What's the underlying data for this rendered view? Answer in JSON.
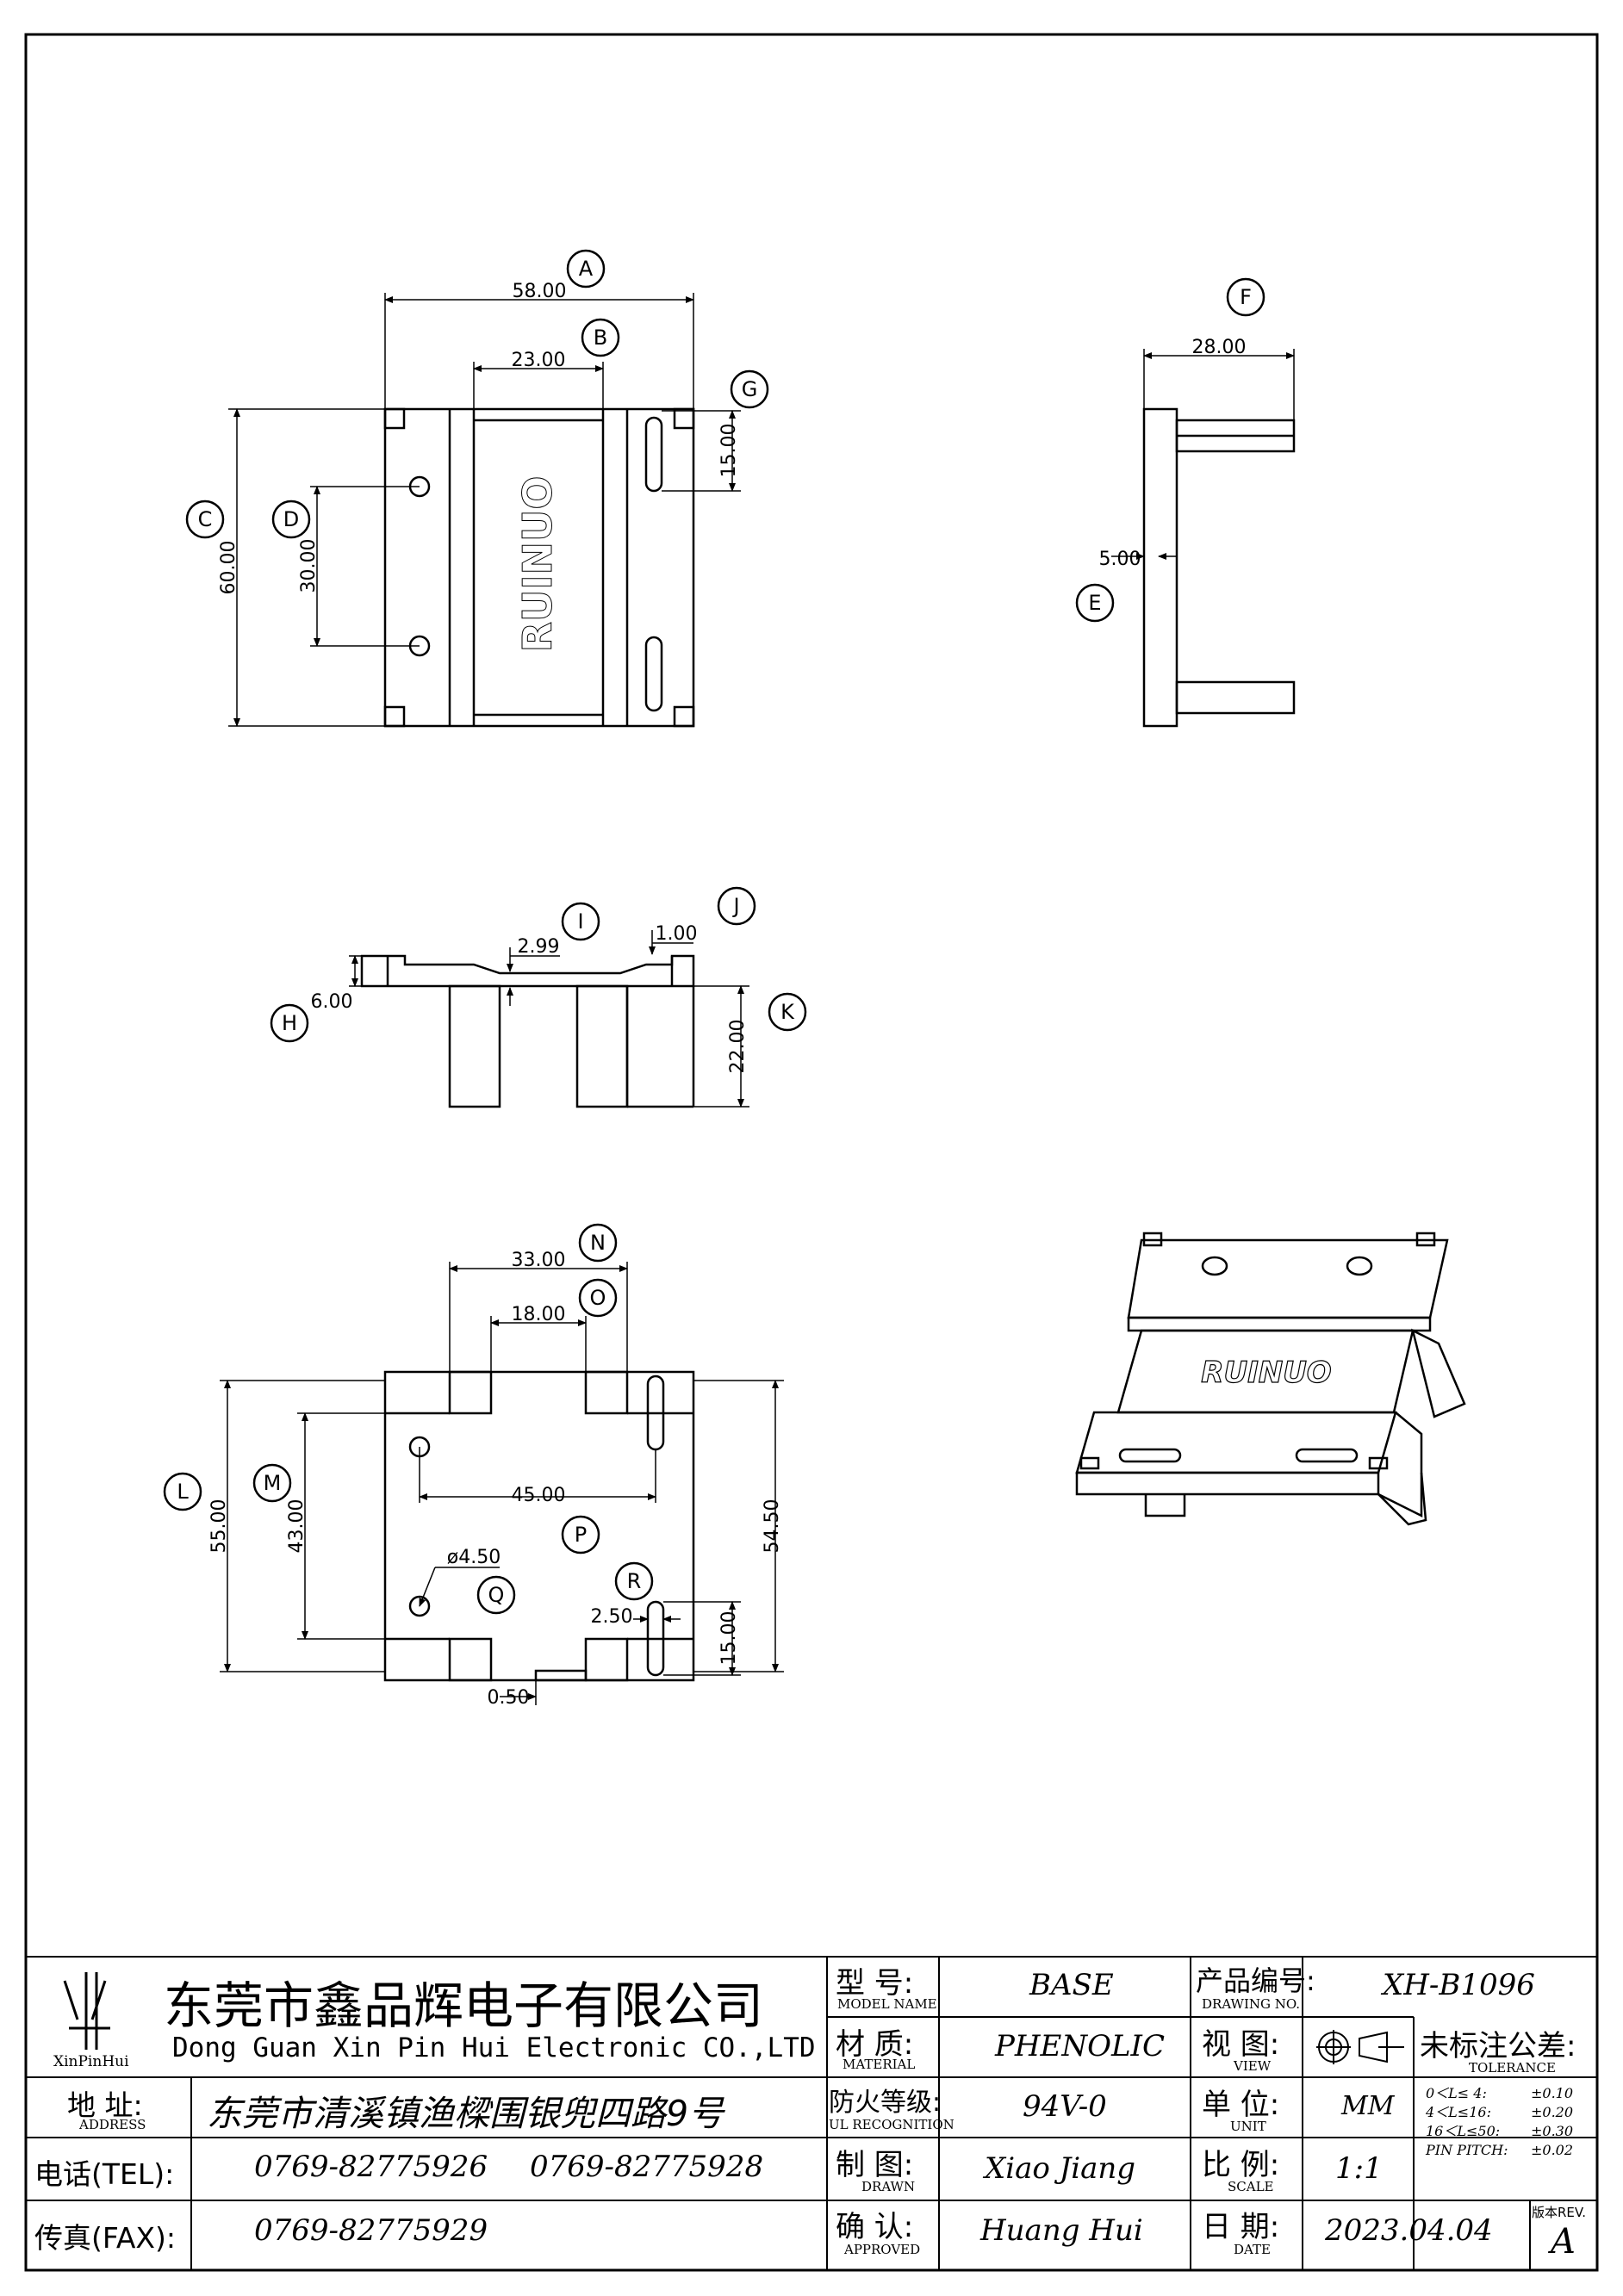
{
  "dims": {
    "top_A": "58.00",
    "top_B": "23.00",
    "top_C": "60.00",
    "top_D": "30.00",
    "top_G": "15.00",
    "side_F": "28.00",
    "side_E": "5.00",
    "front_I": "2.99",
    "front_J": "1.00",
    "front_H": "6.00",
    "front_K": "22.00",
    "bot_N": "33.00",
    "bot_O": "18.00",
    "bot_L": "55.00",
    "bot_M": "43.00",
    "bot_P": "45.00",
    "bot_R1": "54.50",
    "bot_Q": "ø4.50",
    "bot_R2": "2.50",
    "bot_R3": "15.00",
    "bot_gap": "0.50"
  },
  "balloons": {
    "A": "A",
    "B": "B",
    "C": "C",
    "D": "D",
    "E": "E",
    "F": "F",
    "G": "G",
    "H": "H",
    "I": "I",
    "J": "J",
    "K": "K",
    "L": "L",
    "M": "M",
    "N": "N",
    "O": "O",
    "P": "P",
    "Q": "Q",
    "R": "R"
  },
  "brand_mark": "RUINUO",
  "title_block": {
    "logo_text": "XinPinHui",
    "company_cn": "东莞市鑫品辉电子有限公司",
    "company_en": "Dong Guan Xin Pin Hui Electronic CO.,LTD",
    "address_label": "地 址:",
    "address_label_en": "ADDRESS",
    "address": "东莞市清溪镇渔樑围银兜四路9号",
    "tel_label": "电话(TEL):",
    "tel1": "0769-82775926",
    "tel2": "0769-82775928",
    "fax_label": "传真(FAX):",
    "fax": "0769-82775929",
    "model_label": "型 号:",
    "model_label_en": "MODEL NAME",
    "model": "BASE",
    "material_label": "材 质:",
    "material_label_en": "MATERIAL",
    "material": "PHENOLIC",
    "fire_label": "防火等级:",
    "fire_label_en": "UL RECOGNITION",
    "fire": "94V-0",
    "drawn_label": "制 图:",
    "drawn_label_en": "DRAWN",
    "drawn": "Xiao Jiang",
    "approved_label": "确 认:",
    "approved_label_en": "APPROVED",
    "approved": "Huang Hui",
    "drawing_no_label": "产品编号:",
    "drawing_no_label_en": "DRAWING NO.",
    "drawing_no": "XH-B1096",
    "view_label": "视 图:",
    "view_label_en": "VIEW",
    "unit_label": "单 位:",
    "unit_label_en": "UNIT",
    "unit": "MM",
    "scale_label": "比 例:",
    "scale_label_en": "SCALE",
    "scale": "1:1",
    "date_label": "日 期:",
    "date_label_en": "DATE",
    "date": "2023.04.04",
    "tolerance_label": "未标注公差:",
    "tolerance_label_en": "TOLERANCE",
    "tol_rows": [
      {
        "range": "0＜L≤ 4:",
        "value": "±0.10"
      },
      {
        "range": "4＜L≤16:",
        "value": "±0.20"
      },
      {
        "range": "16＜L≤50:",
        "value": "±0.30"
      },
      {
        "range": "PIN PITCH:",
        "value": "±0.02"
      }
    ],
    "rev_label": "版本REV.",
    "rev": "A"
  }
}
